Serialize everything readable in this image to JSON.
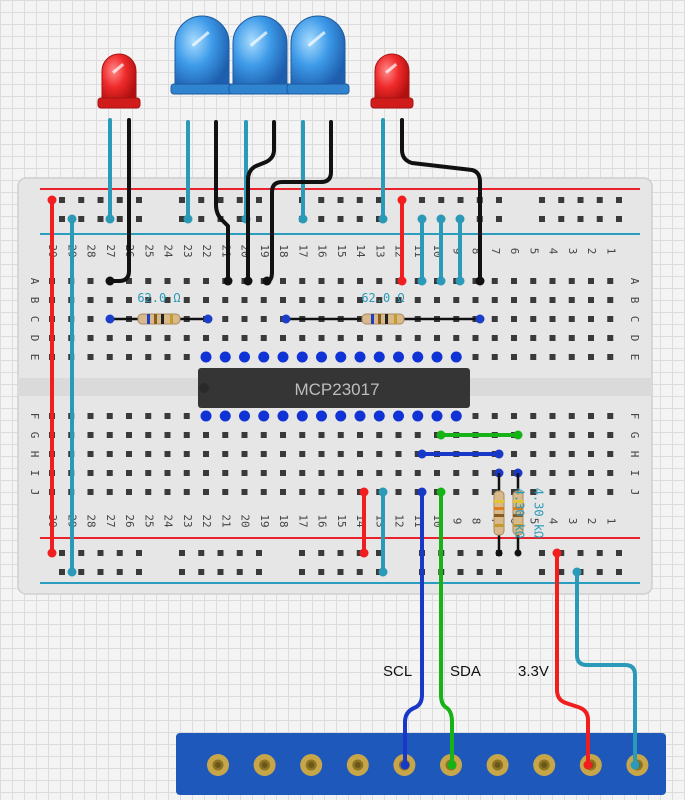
{
  "breadboard": {
    "top_columns": [
      "30",
      "29",
      "28",
      "27",
      "26",
      "25",
      "24",
      "23",
      "22",
      "21",
      "20",
      "19",
      "18",
      "17",
      "16",
      "15",
      "14",
      "13",
      "12",
      "11",
      "10",
      "9",
      "8",
      "7",
      "6",
      "5",
      "4",
      "3",
      "2",
      "1"
    ],
    "bottom_columns": [
      "30",
      "29",
      "28",
      "27",
      "26",
      "25",
      "24",
      "23",
      "22",
      "21",
      "20",
      "19",
      "18",
      "17",
      "16",
      "15",
      "14",
      "13",
      "12",
      "11",
      "10",
      "9",
      "8",
      "7",
      "6",
      "5",
      "4",
      "3",
      "2",
      "1"
    ],
    "top_rows": [
      "A",
      "B",
      "C",
      "D",
      "E"
    ],
    "bottom_rows": [
      "F",
      "G",
      "H",
      "I",
      "J"
    ],
    "colors": {
      "board": "#e6e6e6",
      "hole": "#3a3a3a",
      "positive_rail": "#e8212a",
      "negative_rail": "#2b9ec0"
    }
  },
  "chip": {
    "label": "MCP23017",
    "color": "#353535",
    "pin_color": "#1033d6"
  },
  "resistors": {
    "r1_label": "62.0 Ω",
    "r2_label": "62.0 Ω",
    "r3_label": "4.30 kΩ",
    "r4_label": "4.30 kΩ"
  },
  "leds": [
    {
      "color": "red",
      "hex": "#e8262e"
    },
    {
      "color": "blue",
      "hex": "#2e8fe0"
    },
    {
      "color": "blue",
      "hex": "#2e8fe0"
    },
    {
      "color": "blue",
      "hex": "#2e8fe0"
    },
    {
      "color": "red",
      "hex": "#e8262e"
    }
  ],
  "wire_colors": {
    "red": "#f01e1e",
    "black": "#111111",
    "teal": "#2a9ab8",
    "blue": "#1838c8",
    "green": "#16b216"
  },
  "header": {
    "color": "#1e58ba",
    "pin_count": 10
  },
  "labels": {
    "scl": "SCL",
    "sda": "SDA",
    "power": "3.3V"
  }
}
